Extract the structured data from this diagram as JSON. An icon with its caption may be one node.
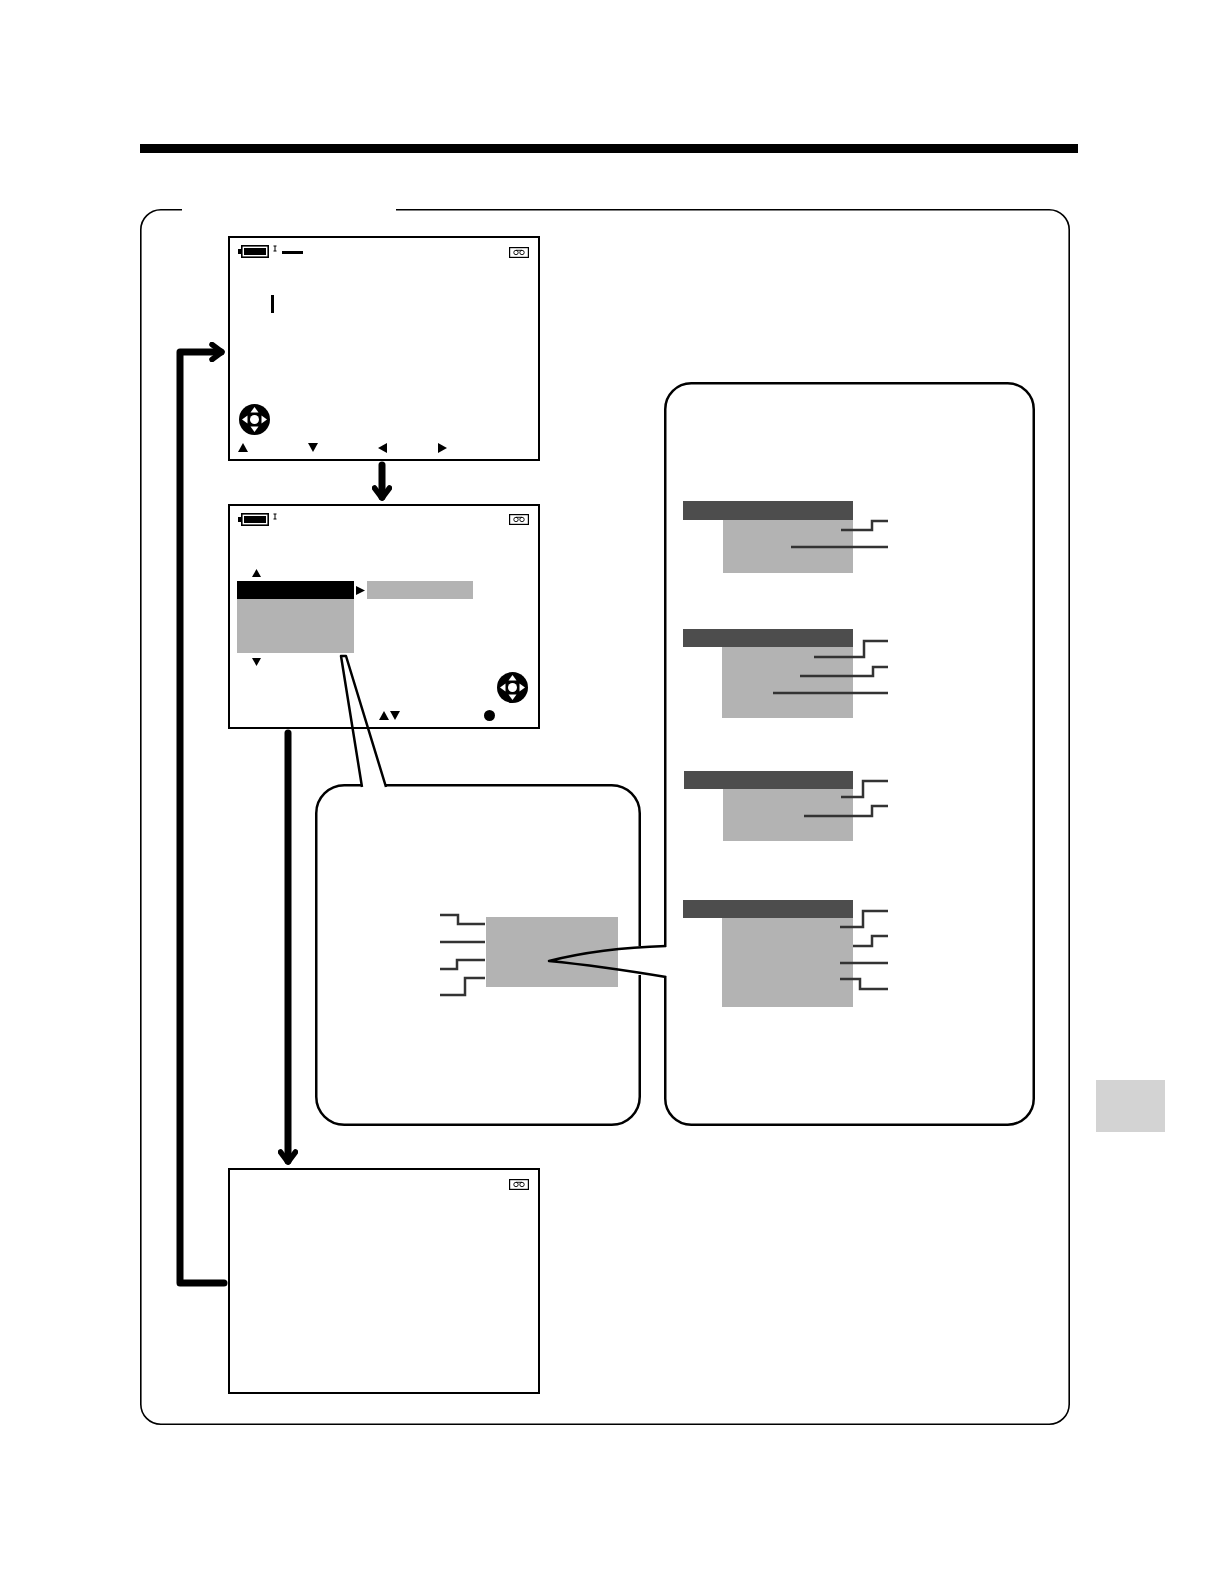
{
  "diagram": {
    "nodes": [
      {
        "text": [],
        "shape": "box"
      },
      {
        "text": [],
        "shape": "box"
      },
      {
        "text": [],
        "shape": "callout"
      },
      {
        "text": [],
        "shape": "callout"
      },
      {
        "text": [],
        "shape": "box"
      }
    ],
    "edges": [
      {
        "from": 0,
        "to": 1,
        "arrow": "to"
      },
      {
        "from": 1,
        "to": 4,
        "arrow": "to"
      },
      {
        "from": 4,
        "to": 0,
        "arrow": "to"
      }
    ]
  }
}
